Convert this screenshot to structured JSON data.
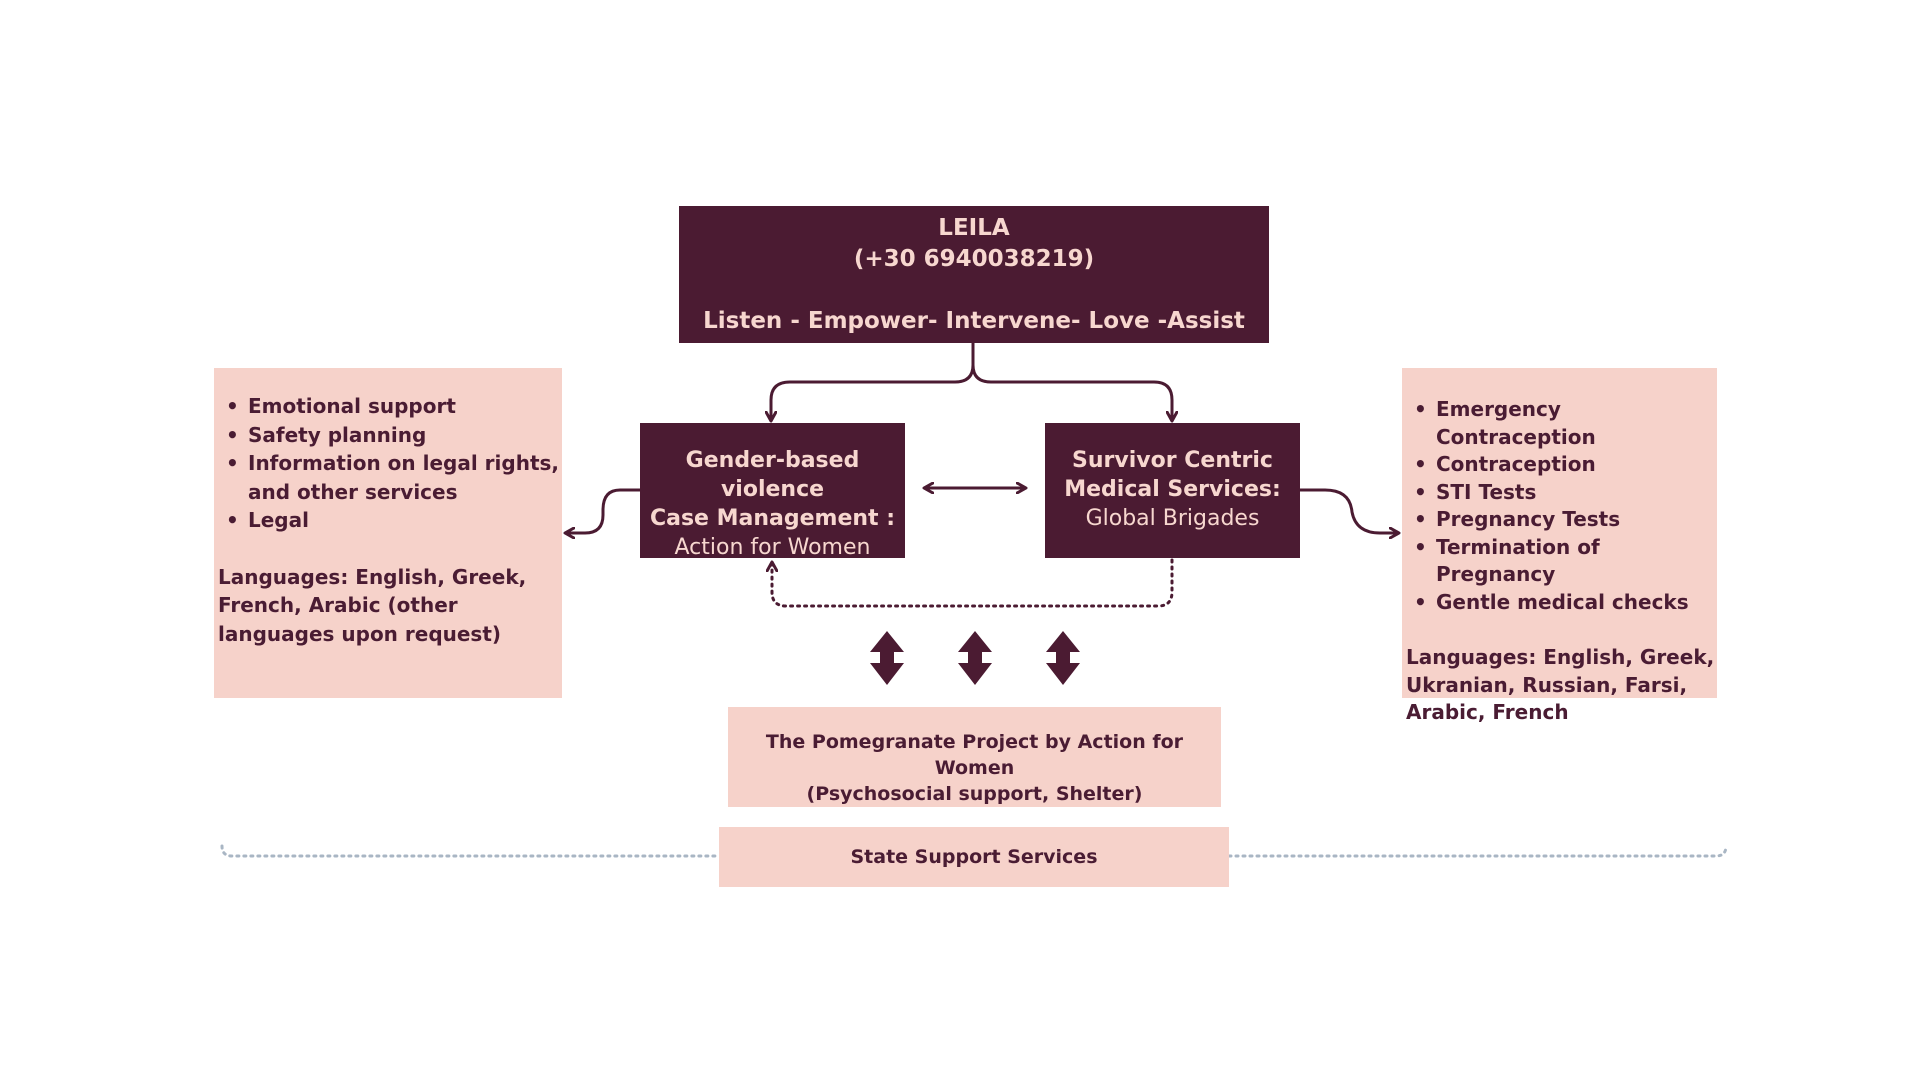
{
  "leila": {
    "name": "LEILA",
    "phone": "(+30 6940038219)",
    "motto": "Listen - Empower- Intervene- Love -Assist"
  },
  "gbv": {
    "line1": "Gender-based violence",
    "line2": "Case Management :",
    "org": "Action for Women"
  },
  "medical": {
    "line1": "Survivor Centric",
    "line2": "Medical Services:",
    "org": "Global Brigades"
  },
  "left_panel": {
    "items": [
      "Emotional support",
      "Safety planning",
      "Information on legal rights, and other services",
      "Legal"
    ],
    "languages": "Languages: English, Greek, French, Arabic (other languages upon request)"
  },
  "right_panel": {
    "items": [
      "Emergency Contraception",
      "Contraception",
      "STI Tests",
      "Pregnancy Tests",
      "Termination of Pregnancy",
      "Gentle medical checks"
    ],
    "languages": "Languages: English, Greek, Ukranian, Russian, Farsi, Arabic, French"
  },
  "pomegranate": {
    "line1": "The Pomegranate Project by Action for Women",
    "line2": "(Psychosocial support, Shelter)"
  },
  "state": {
    "label": "State Support Services"
  },
  "colors": {
    "dark_box": "#4b1b32",
    "light_box": "#f6d2ca",
    "dark_text": "#4a1c33",
    "light_text": "#f7d7cf",
    "dotted_line": "#a9b6c4"
  }
}
